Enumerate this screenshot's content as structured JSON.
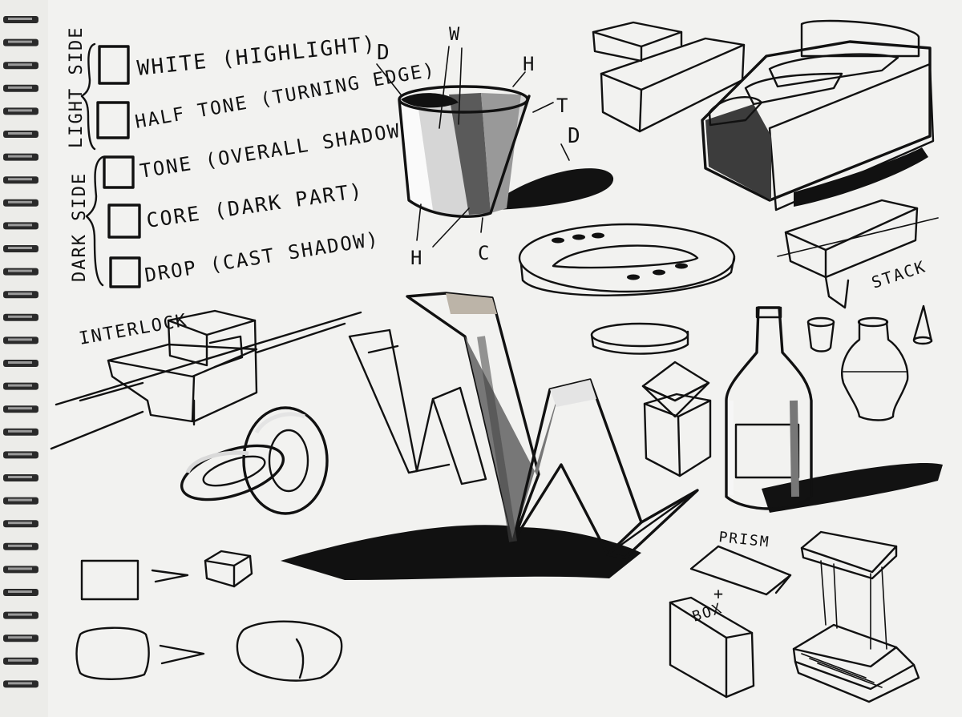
{
  "tone_key": {
    "light_side_label": "LIGHT SIDE",
    "dark_side_label": "DARK SIDE",
    "items": [
      {
        "label": "WHITE (HIGHLIGHT)",
        "swatch": "#f5f5f5"
      },
      {
        "label": "HALF TONE (TURNING EDGE)",
        "swatch": "#c4c4c4"
      },
      {
        "label": "TONE (OVERALL SHADOW)",
        "swatch": "#8d8d8d"
      },
      {
        "label": "CORE (DARK PART)",
        "swatch": "#5a5a5a"
      },
      {
        "label": "DROP (CAST SHADOW)",
        "swatch": "#1c1c1c"
      }
    ]
  },
  "cylinder_labels": {
    "d_top": "D",
    "w": "W",
    "h_right": "H",
    "t": "T",
    "d_right": "D",
    "h_bottom": "H",
    "c": "C"
  },
  "sketch_labels": {
    "interlock": "INTERLOCK",
    "stack": "STACK",
    "prism": "PRISM",
    "plus": "+",
    "box": "BOX"
  },
  "colors": {
    "paper": "#f2f2f0",
    "ink": "#111111",
    "spiral": "#2a2a2a"
  }
}
